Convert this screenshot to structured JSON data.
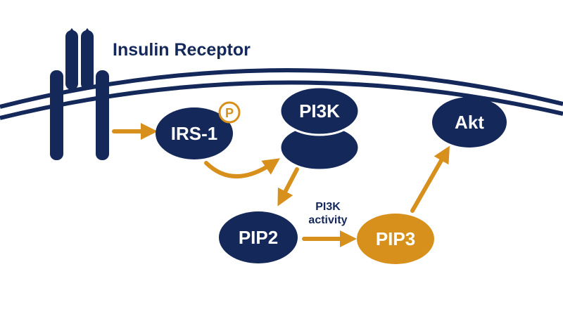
{
  "title": "Insulin Receptor",
  "nodes": {
    "irs1": "IRS-1",
    "phospho": "P",
    "pi3k": "PI3K",
    "akt": "Akt",
    "pip2": "PIP2",
    "pip3": "PIP3"
  },
  "annotations": {
    "pi3k_activity_line1": "PI3K",
    "pi3k_activity_line2": "activity"
  },
  "colors": {
    "navy": "#14285a",
    "orange": "#d8901c",
    "background": "#ffffff",
    "text_light": "#ffffff"
  }
}
